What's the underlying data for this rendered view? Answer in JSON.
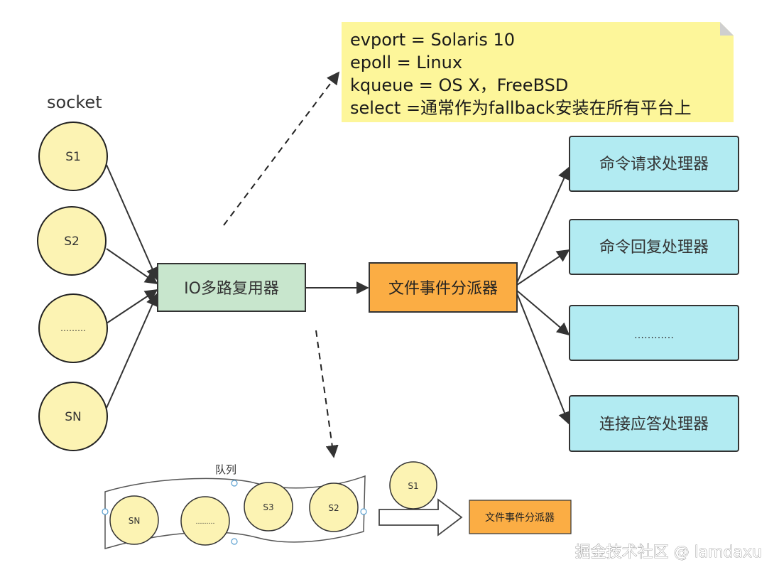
{
  "labels": {
    "socket": "socket",
    "multiplexer": "IO多路复用器",
    "dispatcher": "文件事件分派器",
    "queue": "队列",
    "watermark": "掘金技术社区 @ lamdaxu"
  },
  "sockets": [
    "S1",
    "S2",
    "………",
    "SN"
  ],
  "note_lines": [
    "evport = Solaris 10",
    "epoll = Linux",
    "kqueue = OS X，FreeBSD",
    "select =通常作为fallback安装在所有平台上"
  ],
  "handlers": [
    "命令请求处理器",
    "命令回复处理器",
    "…………",
    "连接应答处理器"
  ],
  "queue_items": [
    "SN",
    "………",
    "S3",
    "S2"
  ],
  "dequeued_item": "S1",
  "small_dispatcher": "文件事件分派器",
  "colors": {
    "socket_fill": "#fcf3b3",
    "multiplexer_fill": "#c8e6cd",
    "dispatcher_fill": "#fbad44",
    "handler_fill": "#b2ebf2",
    "note_fill": "#fdf69a"
  }
}
